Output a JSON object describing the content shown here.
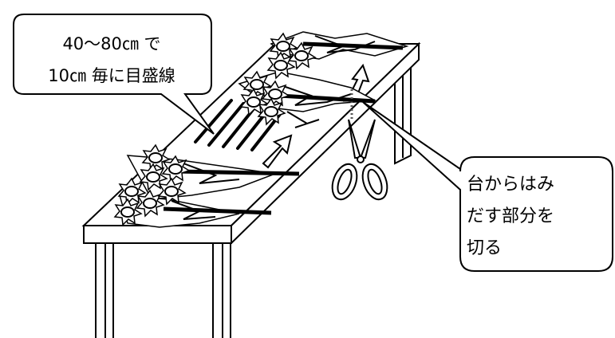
{
  "callouts": {
    "graduation": {
      "lines": [
        "40～80㎝ で",
        "10㎝ 毎に目盛線"
      ]
    },
    "cutting": {
      "lines": [
        "台からはみ",
        "だす部分を",
        "切る"
      ]
    }
  },
  "colors": {
    "stroke": "#000000",
    "fill": "#ffffff",
    "dotted_line": "#555555"
  },
  "icons": {
    "tool": "scissors-icon",
    "direction": "arrow-icon",
    "plant": "sunflower-icon"
  }
}
